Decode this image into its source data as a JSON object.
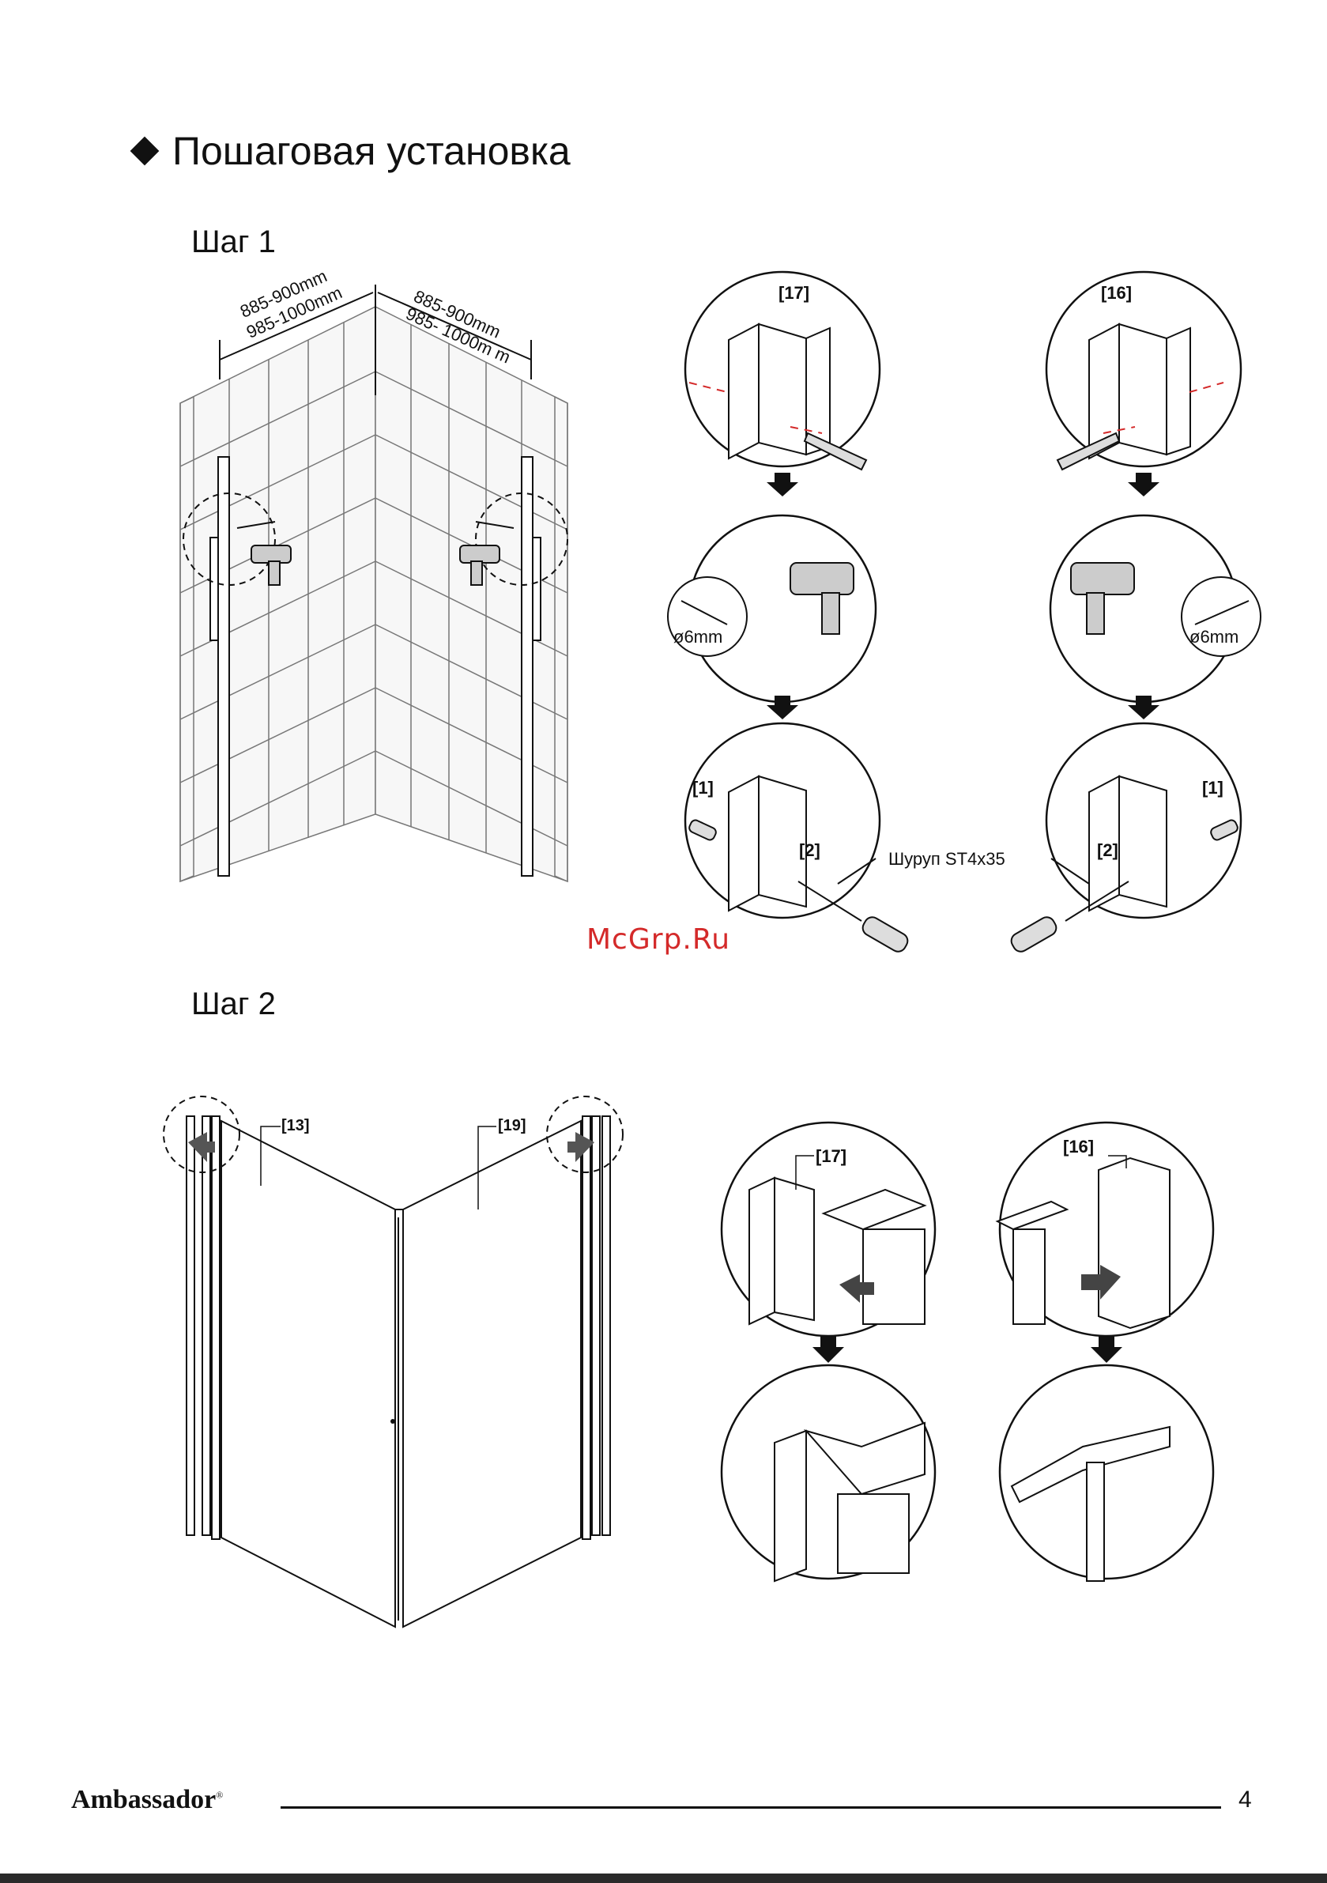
{
  "heading": "Пошаговая установка",
  "step1": {
    "label": "Шаг 1",
    "dim_left_1": "885-900mm",
    "dim_left_2": "985-1000mm",
    "dim_right_1": "885-900mm",
    "dim_right_2": "985- 1000m m",
    "part_17": "[17]",
    "part_16": "[16]",
    "drill_left": "ø6mm",
    "drill_right": "ø6mm",
    "part_1_left": "[1]",
    "part_1_right": "[1]",
    "part_2_left": "[2]",
    "part_2_right": "[2]",
    "screw_note": "Шуруп ST4x35"
  },
  "watermark": "McGrp.Ru",
  "step2": {
    "label": "Шаг 2",
    "part_13": "[13]",
    "part_19": "[19]",
    "part_17": "[17]",
    "part_16": "[16]"
  },
  "footer": {
    "brand": "Ambassador",
    "brand_mark": "®",
    "page_number": "4"
  }
}
